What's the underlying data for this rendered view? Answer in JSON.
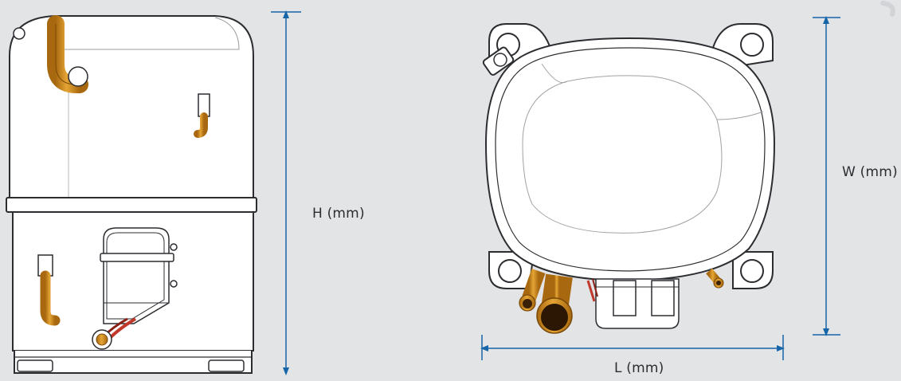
{
  "labels": {
    "height": "H (mm)",
    "width": "W (mm)",
    "length": "L (mm)"
  },
  "colors": {
    "background": "#e3e4e6",
    "body_fill": "#ffffff",
    "outline": "#2b2d31",
    "dimension": "#1565a8",
    "copper": "#d48e1c",
    "copper_dark": "#8e5a0f",
    "wire_red": "#c0392b"
  }
}
